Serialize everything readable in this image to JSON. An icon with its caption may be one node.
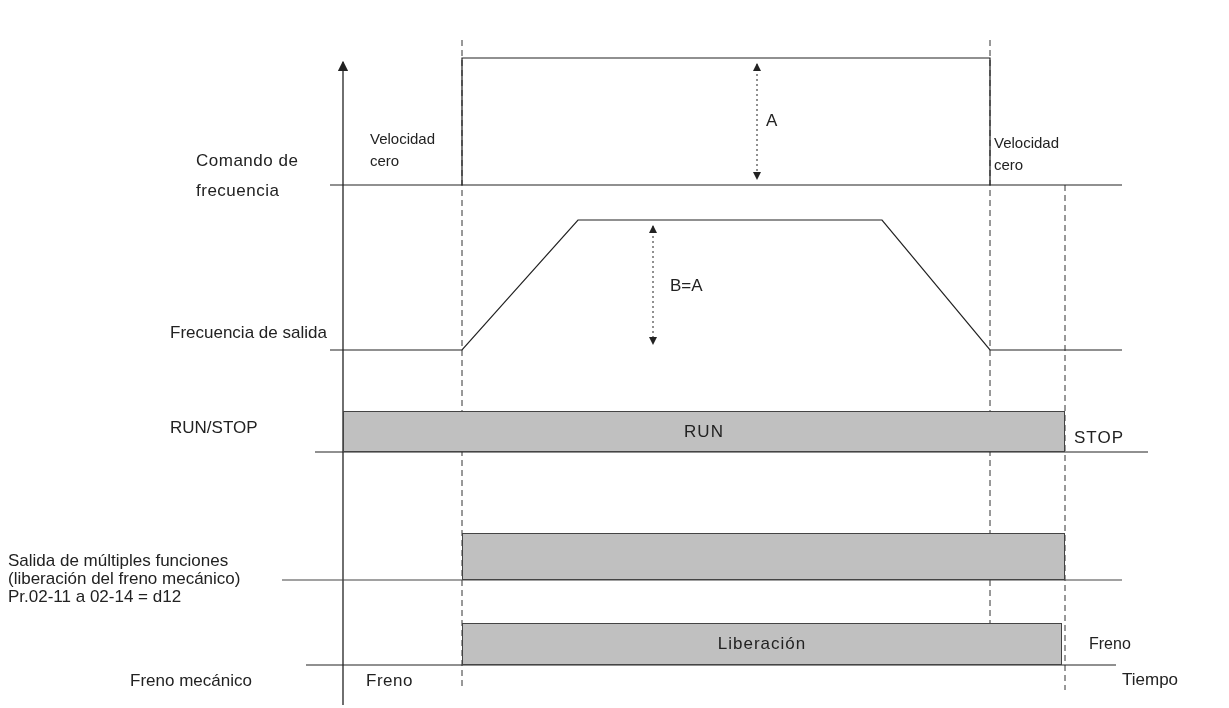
{
  "diagram": {
    "nodes": [
      {
        "text": [
          "RUN"
        ]
      },
      {
        "text": [],
        "shape": "bar"
      },
      {
        "text": [
          "Liberación"
        ]
      }
    ],
    "edges": [],
    "labels": [
      "Velocidad cero",
      "A",
      "Velocidad cero",
      "Comando de frecuencia",
      "B=A",
      "Frecuencia de salida",
      "STOP",
      "RUN/STOP",
      "Salida de múltiples funciones (liberación del freno mecánico) Pr.02-11 a 02-14 = d12",
      "Freno",
      "Freno",
      "Freno mecánico",
      "Tiempo"
    ]
  }
}
